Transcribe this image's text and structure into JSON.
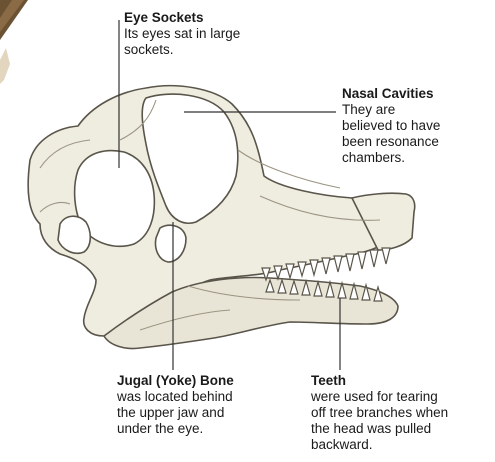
{
  "labels": {
    "eye": {
      "title": "Eye Sockets",
      "text": "Its eyes sat in large\nsockets."
    },
    "nasal": {
      "title": "Nasal Cavities",
      "text": "They are\nbelieved to have\nbeen resonance\nchambers."
    },
    "jugal": {
      "title": "Jugal (Yoke) Bone",
      "text": "was located behind\nthe upper jaw and\nunder the eye."
    },
    "teeth": {
      "title": "Teeth",
      "text": "were used for tearing\noff tree branches when\nthe head was pulled\nbackward."
    }
  },
  "colors": {
    "bone": "#efece0",
    "bone_shade": "#d9d4c2",
    "outline": "#5a554a",
    "leader": "#333333",
    "frame": "#5b4630"
  }
}
